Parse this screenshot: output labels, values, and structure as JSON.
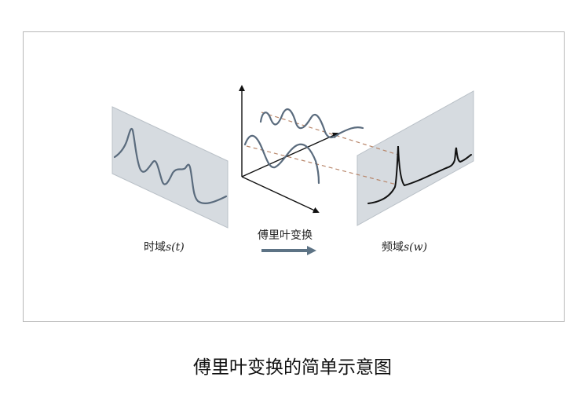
{
  "diagram": {
    "time_domain_label": "时域",
    "time_domain_math": "s(t)",
    "frequency_domain_label": "频域",
    "frequency_domain_math": "s(w)",
    "transform_label": "傅里叶变换"
  },
  "caption": "傅里叶变换的简单示意图",
  "colors": {
    "panel_fill": "#d6dbe0",
    "panel_stroke": "#b9c0c7",
    "time_wave": "#5a6b7d",
    "freq_curve": "#111111",
    "dashed_guide": "#b8866a",
    "arrow": "#5d7385",
    "axes": "#111111"
  }
}
